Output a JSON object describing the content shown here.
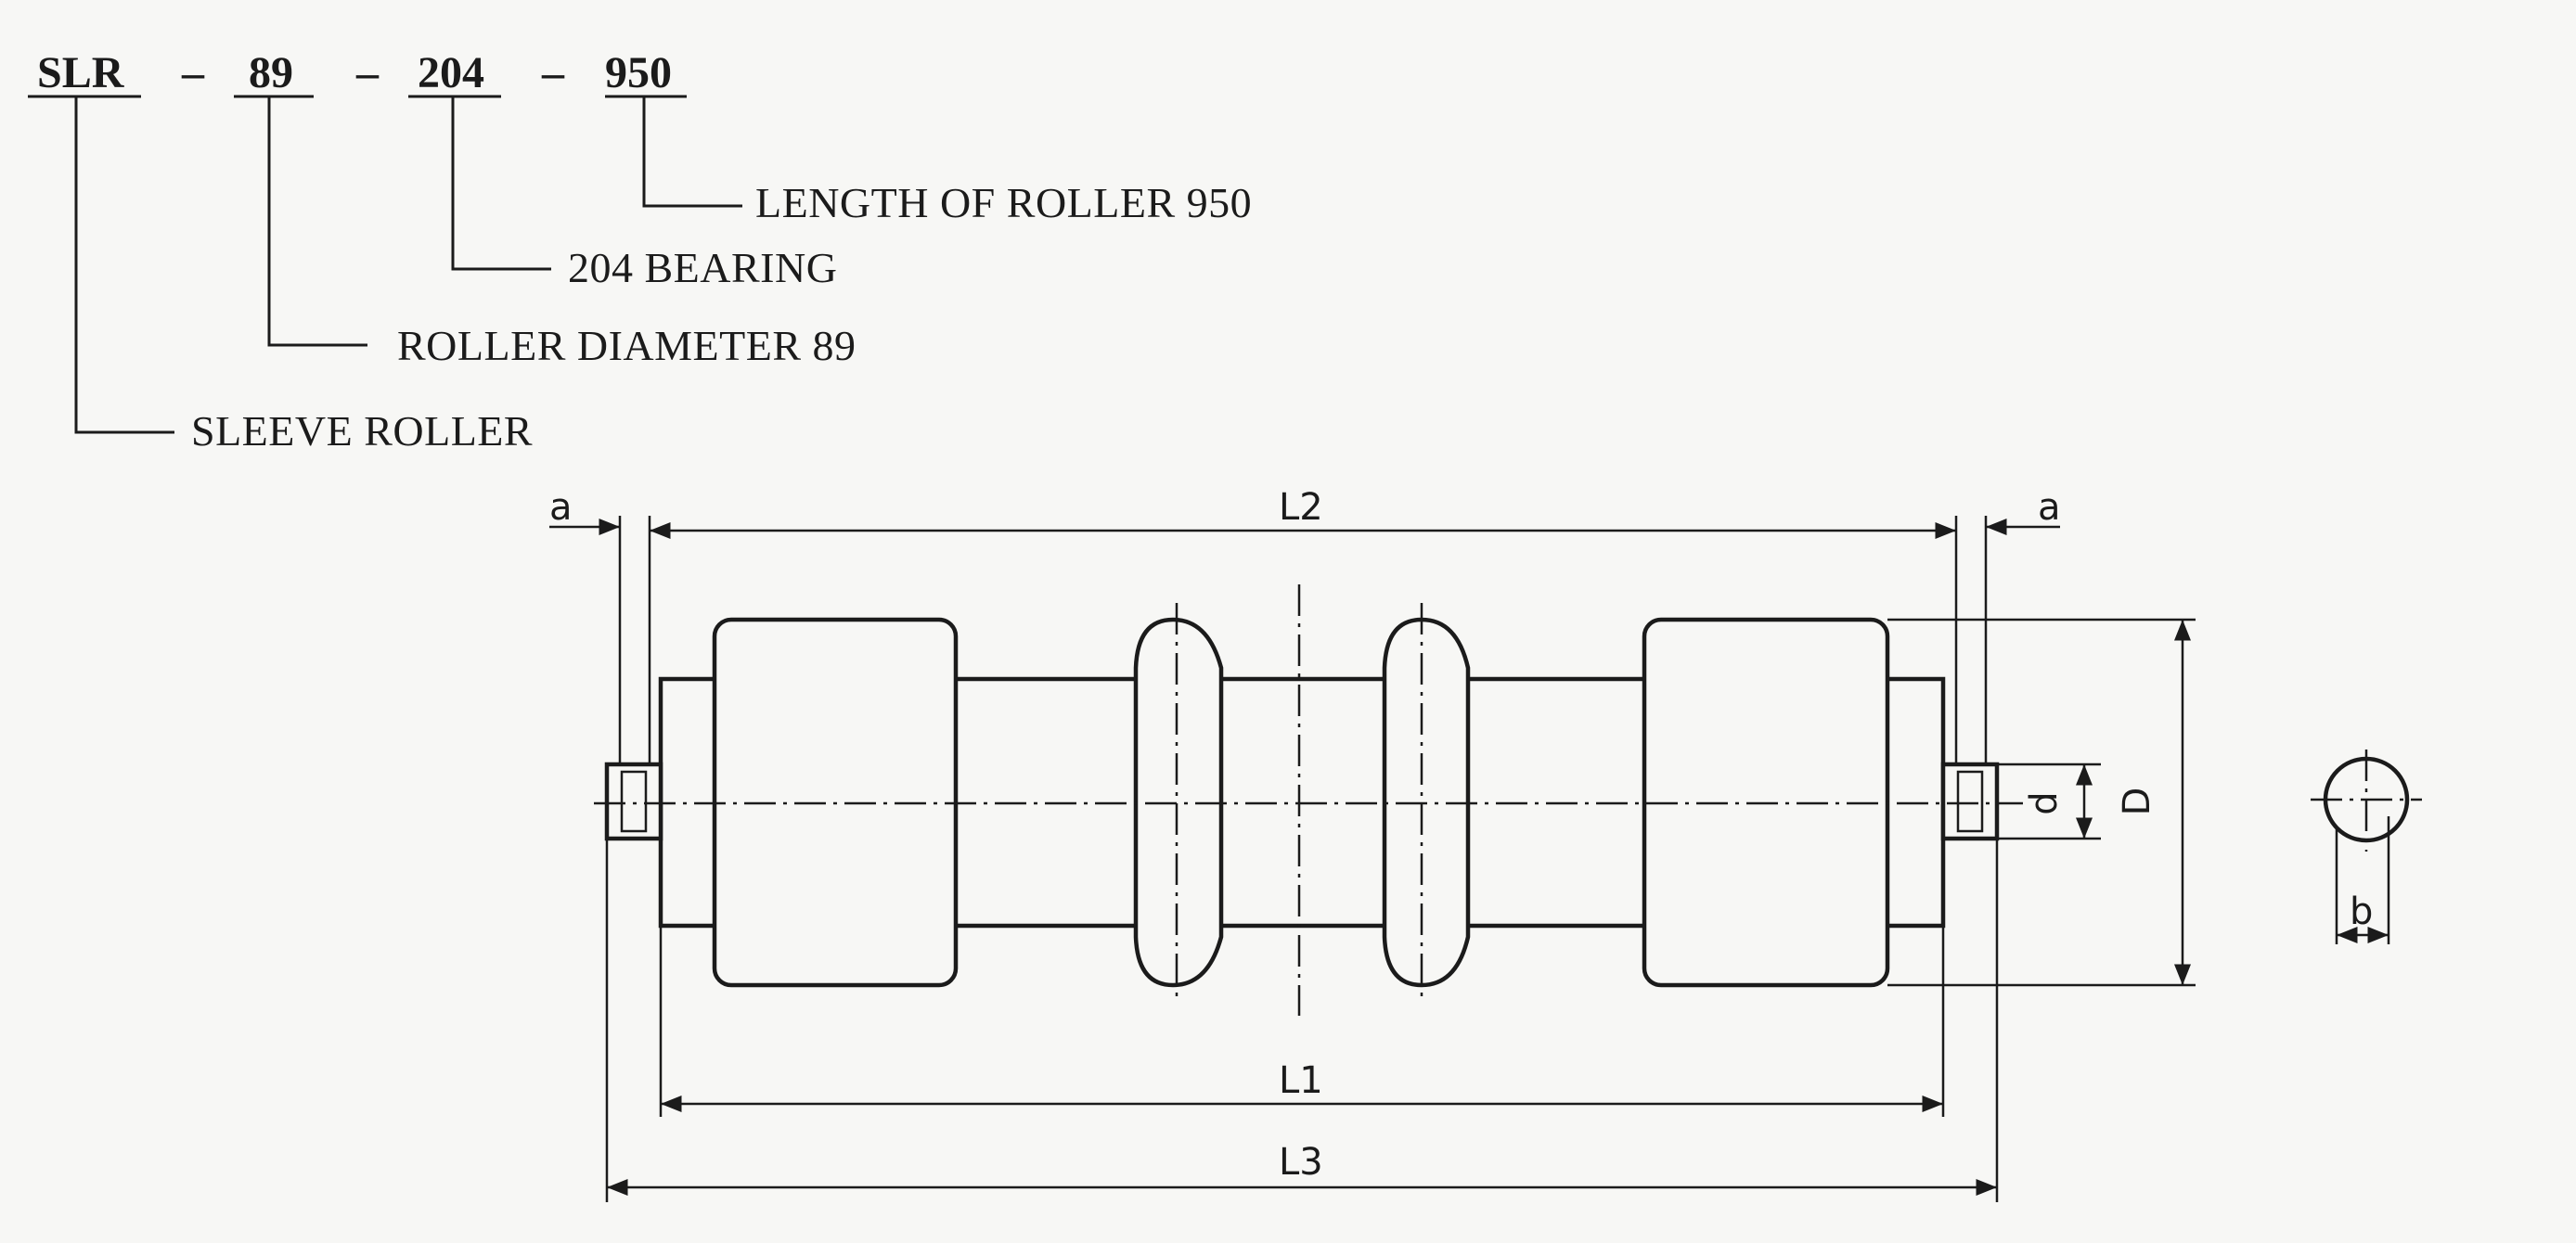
{
  "designation": {
    "parts": [
      "SLR",
      "89",
      "204",
      "950"
    ],
    "separator": "–"
  },
  "explanations": {
    "length": "LENGTH OF ROLLER 950",
    "bearing": "204 BEARING",
    "diameter": "ROLLER DIAMETER 89",
    "type": "SLEEVE ROLLER"
  },
  "dimensions": {
    "a_left": "a",
    "a_right": "a",
    "L2": "L2",
    "L1": "L1",
    "L3": "L3",
    "d": "d",
    "D": "D",
    "b": "b"
  }
}
